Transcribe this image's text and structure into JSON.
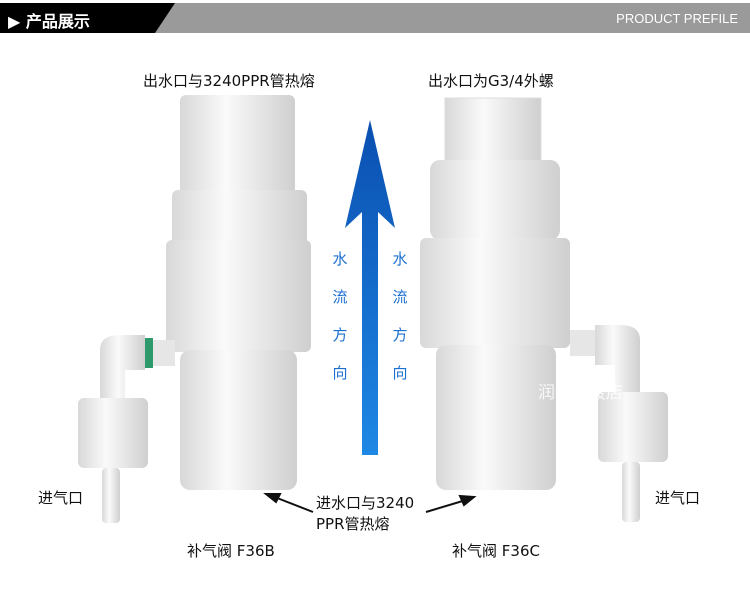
{
  "header": {
    "title": "▶ 产品展示",
    "subtitle": "PRODUCT PREFILE"
  },
  "labels": {
    "left_top": "出水口与3240PPR管热熔",
    "right_top": "出水口为G3/4外螺",
    "inlet_left": "进气口",
    "inlet_right": "进气口",
    "bottom_center_line1": "进水口与3240",
    "bottom_center_line2": "PPR管热熔",
    "left_model": "补气阀 F36B",
    "right_model": "补气阀 F36C"
  },
  "flow_text": [
    "水",
    "流",
    "方",
    "向"
  ],
  "watermark": "润新水暖店",
  "colors": {
    "arrow": "#1a6fd0",
    "header_gray": "#9a9a9a"
  }
}
